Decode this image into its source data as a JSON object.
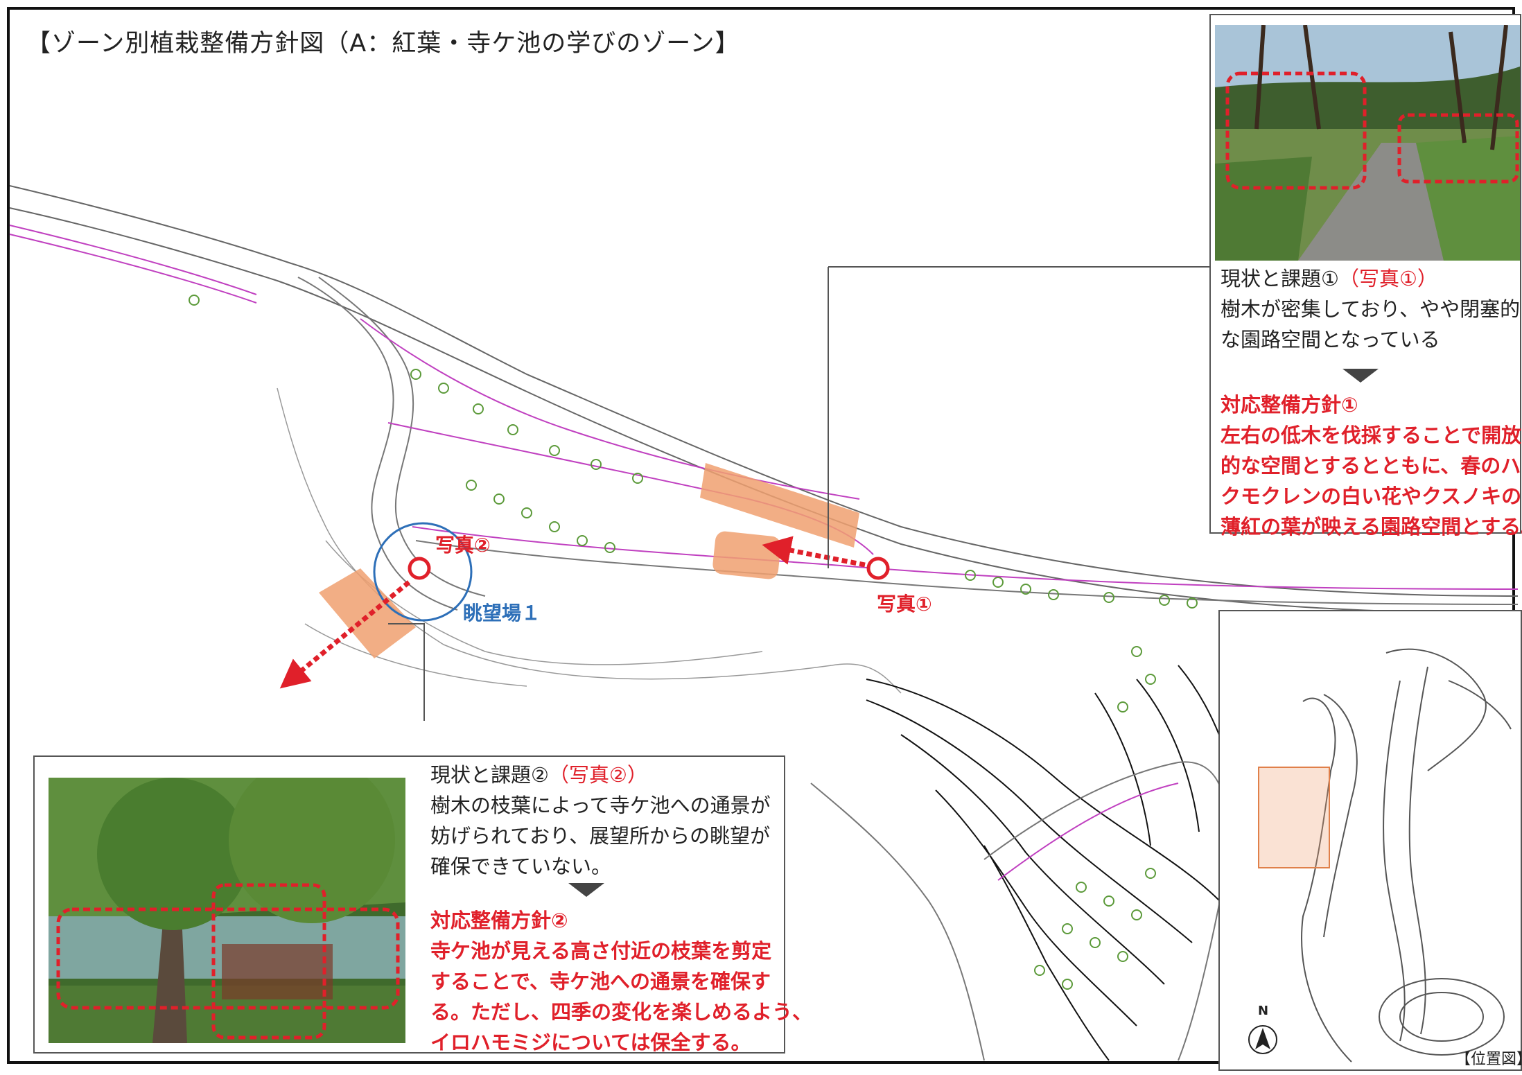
{
  "title": "【ゾーン別植栽整備方針図（A：紅葉・寺ケ池の学びのゾーン】",
  "callout_1": {
    "status_heading": "現状と課題①",
    "status_photo_ref": "（写真①）",
    "status_lines": [
      "樹木が密集しており、やや閉塞的",
      "な園路空間となっている"
    ],
    "policy_heading": "対応整備方針①",
    "policy_lines": [
      "左右の低木を伐採することで開放",
      "的な空間とするとともに、春のハ",
      "クモクレンの白い花やクスノキの",
      "薄紅の葉が映える園路空間とする。"
    ]
  },
  "callout_2": {
    "status_heading": "現状と課題②",
    "status_photo_ref": "（写真②）",
    "status_lines": [
      "樹木の枝葉によって寺ケ池への通景が",
      "妨げられており、展望所からの眺望が",
      "確保できていない。"
    ],
    "policy_heading": "対応整備方針②",
    "policy_lines": [
      "寺ケ池が見える高さ付近の枝葉を剪定",
      "することで、寺ケ池への通景を確保す",
      "る。ただし、四季の変化を楽しめるよう、",
      "イロハモミジについては保全する。"
    ]
  },
  "map_labels": {
    "photo_1": "写真①",
    "photo_2": "写真②",
    "viewpoint": "眺望場１"
  },
  "location_map": {
    "label": "【位置図】",
    "north": "N"
  },
  "colors": {
    "highlight_orange": "#f0a070",
    "arrow_red": "#e0202a",
    "view_circle_blue": "#2d6fb8",
    "path_magenta": "#c040c0"
  }
}
